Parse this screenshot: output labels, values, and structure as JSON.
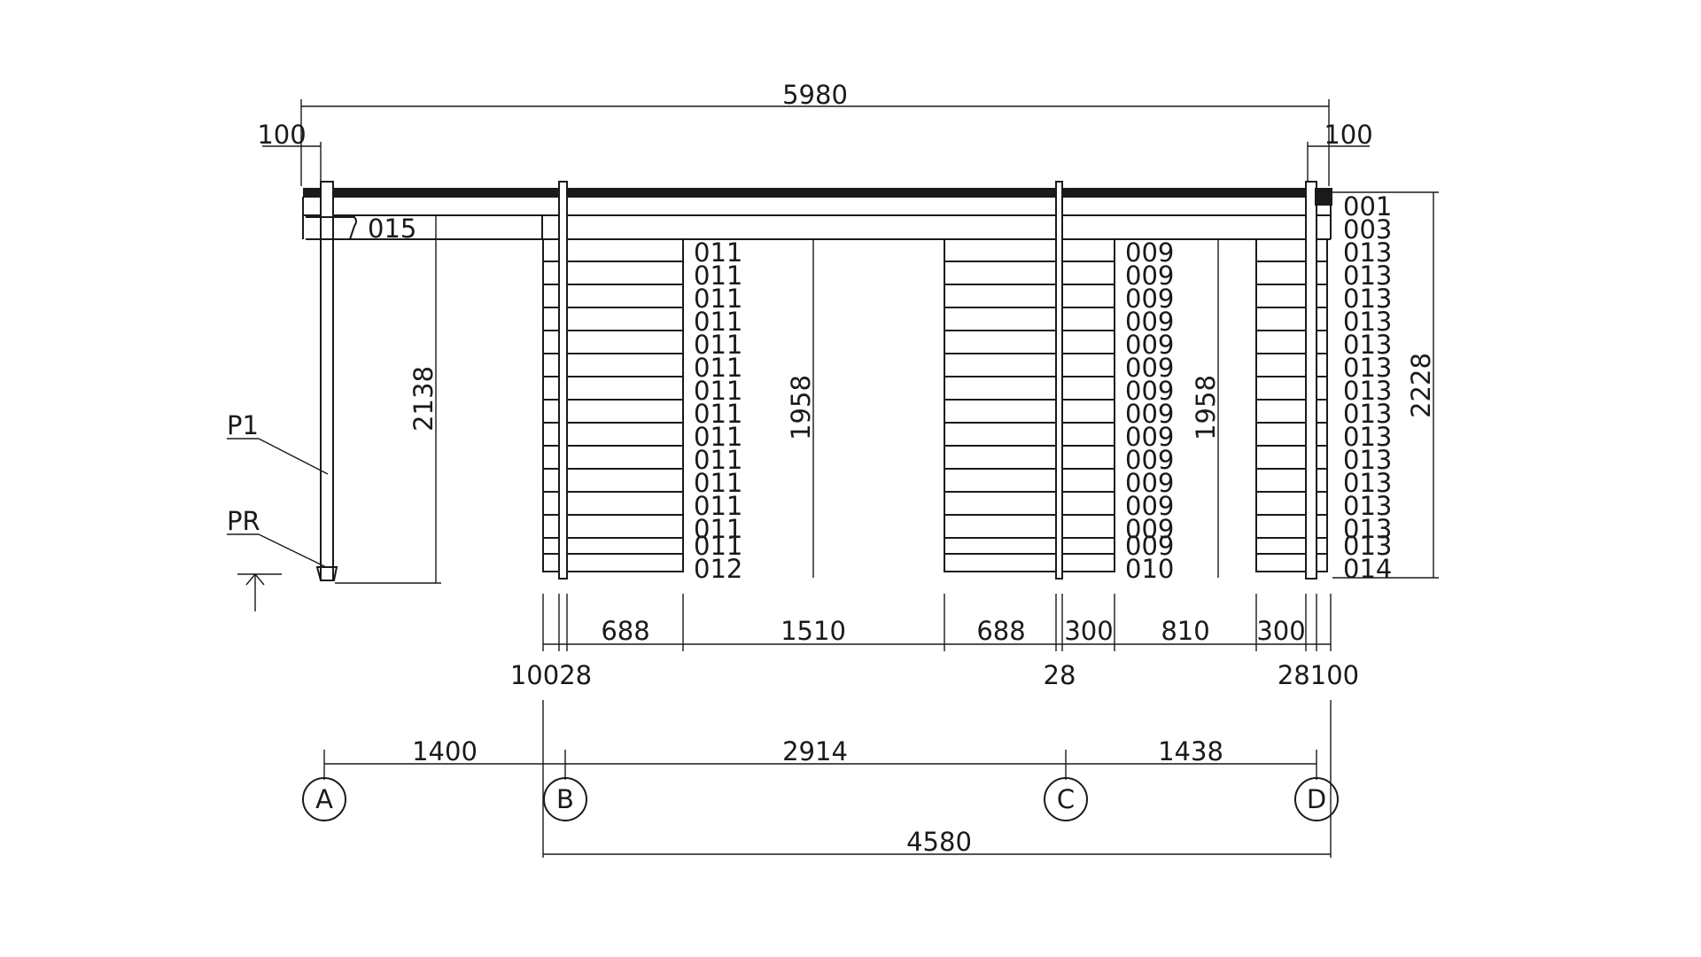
{
  "dimensions": {
    "overall_width": "5980",
    "left_overhang": "100",
    "right_overhang": "100",
    "left_height": "2138",
    "bay1_height": "1958",
    "bay2_height": "1958",
    "overall_height": "2228",
    "seg_688_a": "688",
    "seg_1510": "1510",
    "seg_688_b": "688",
    "seg_300_a": "300",
    "seg_810": "810",
    "seg_300_b": "300",
    "small_10028": "10028",
    "small_28": "28",
    "small_28100": "28100",
    "grid_ab": "1400",
    "grid_bc": "2914",
    "grid_cd": "1438",
    "grid_bd": "4580"
  },
  "part_tags": {
    "bracket": "015",
    "panel_b": [
      "011",
      "011",
      "011",
      "011",
      "011",
      "011",
      "011",
      "011",
      "011",
      "011",
      "011",
      "011",
      "011",
      "011",
      "012"
    ],
    "panel_c": [
      "009",
      "009",
      "009",
      "009",
      "009",
      "009",
      "009",
      "009",
      "009",
      "009",
      "009",
      "009",
      "009",
      "009",
      "010"
    ],
    "panel_d": [
      "001",
      "003",
      "013",
      "013",
      "013",
      "013",
      "013",
      "013",
      "013",
      "013",
      "013",
      "013",
      "013",
      "013",
      "013",
      "013",
      "014"
    ]
  },
  "callouts": {
    "p1": "P1",
    "pr": "PR"
  },
  "grid_axes": [
    "A",
    "B",
    "C",
    "D"
  ],
  "icons": {
    "level_marker": "level-arrow-icon"
  }
}
